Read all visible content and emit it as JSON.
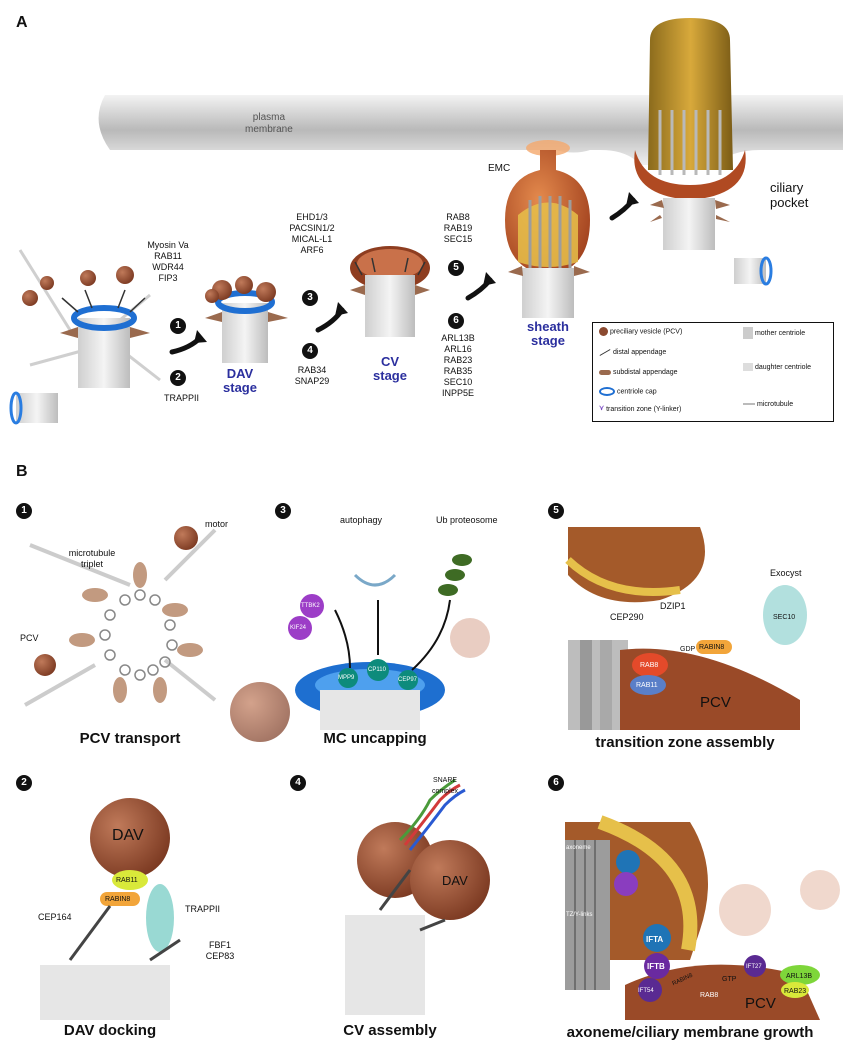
{
  "panels": {
    "a": "A",
    "b": "B"
  },
  "membrane": {
    "label_line1": "plasma",
    "label_line2": "membrane"
  },
  "steps": [
    "1",
    "2",
    "3",
    "4",
    "5",
    "6"
  ],
  "proteins": {
    "step1": [
      "Myosin Va",
      "RAB11",
      "WDR44",
      "FIP3"
    ],
    "step2": [
      "TRAPPII"
    ],
    "step3": [
      "EHD1/3",
      "PACSIN1/2",
      "MICAL-L1",
      "ARF6"
    ],
    "step4": [
      "RAB34",
      "SNAP29"
    ],
    "step5": [
      "RAB8",
      "RAB19",
      "SEC15"
    ],
    "step6": [
      "ARL13B",
      "ARL16",
      "RAB23",
      "RAB35",
      "SEC10",
      "INPP5E"
    ]
  },
  "stages": {
    "dav": [
      "DAV",
      "stage"
    ],
    "cv": [
      "CV",
      "stage"
    ],
    "sheath": [
      "sheath",
      "stage"
    ]
  },
  "emc_label": "EMC",
  "ciliary_pocket": [
    "ciliary",
    "pocket"
  ],
  "legend": [
    {
      "icon": "pcv-icon",
      "text": "preciliary vesicle (PCV)"
    },
    {
      "icon": "distal-appendage-icon",
      "text": "distal appendage"
    },
    {
      "icon": "subdistal-appendage-icon",
      "text": "subdistal appendage"
    },
    {
      "icon": "centriole-cap-icon",
      "text": "centriole cap"
    },
    {
      "icon": "transition-zone-icon",
      "text": "transition zone (Y-linker)"
    },
    {
      "icon": "mother-centriole-icon",
      "text": "mother centriole"
    },
    {
      "icon": "daughter-centriole-icon",
      "text": "daughter centriole"
    },
    {
      "icon": "microtubule-icon",
      "text": "microtubule"
    }
  ],
  "panel_b": {
    "p1": {
      "caption": "PCV transport",
      "labels": {
        "motor": "motor",
        "triplet1": "microtubule",
        "triplet2": "triplet",
        "pcv": "PCV"
      }
    },
    "p3": {
      "caption": "MC uncapping",
      "labels": {
        "autophagy": "autophagy",
        "ub": "Ub proteosome",
        "ttbk2": "TTBK2",
        "kif24": "KIF24",
        "cp110": "CP110",
        "cep97": "CEP97",
        "mpp9": "MPP9"
      }
    },
    "p5": {
      "caption": "transition zone assembly",
      "labels": {
        "exocyst": "Exocyst",
        "dzip1": "DZIP1",
        "cep290": "CEP290",
        "gdp": "GDP",
        "rab8": "RAB8",
        "rab11": "RAB11",
        "rabin8": "RABIN8",
        "sec10": "SEC10",
        "pcv": "PCV"
      }
    },
    "p2": {
      "caption": "DAV docking",
      "labels": {
        "dav": "DAV",
        "rab11": "RAB11",
        "rabin8": "RABIN8",
        "trappii": "TRAPPII",
        "cep164": "CEP164",
        "fbf1": "FBF1",
        "cep83": "CEP83"
      }
    },
    "p4": {
      "caption": "CV assembly",
      "labels": {
        "snare1": "SNARE",
        "snare2": "complex",
        "dav": "DAV"
      }
    },
    "p6": {
      "caption": "axoneme/ciliary membrane growth",
      "labels": {
        "axoneme": "axoneme",
        "tz": "TZ/Y-links",
        "ifta": "IFTA",
        "iftb": "IFTB",
        "ift54": "IFT54",
        "rabin8": "RABIN8",
        "rab8": "RAB8",
        "gtp": "GTP",
        "ift27": "IFT27",
        "arl13b": "ARL13B",
        "rab23": "RAB23",
        "pcv": "PCV"
      }
    }
  }
}
